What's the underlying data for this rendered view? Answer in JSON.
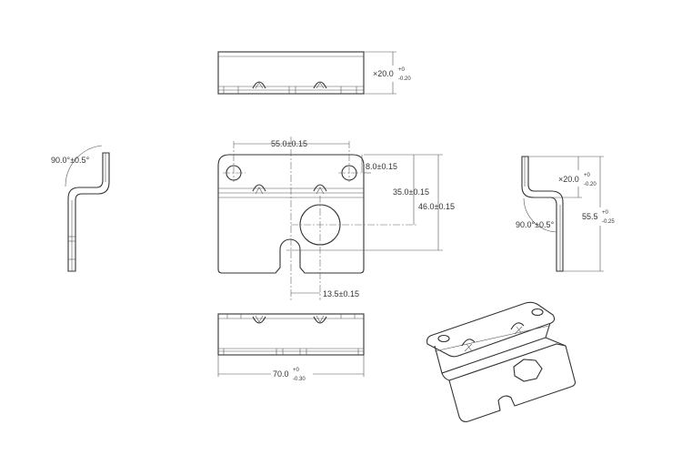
{
  "title": "Mounting bracket technical drawing",
  "dimensions": {
    "top_height": {
      "value": "20.0",
      "upper": "+0",
      "lower": "-0.20"
    },
    "hole_spacing": "55.0±0.15",
    "hole_offset": "8.0±0.15",
    "bore_height": "35.0±0.15",
    "slot_height": "46.0±0.15",
    "slot_offset": "13.5±0.15",
    "left_angle": "90.0°±0.5°",
    "right_angle": "90.0°±0.5°",
    "right_flange": {
      "value": "20.0",
      "upper": "+0",
      "lower": "-0.20"
    },
    "right_total": {
      "value": "55.5",
      "upper": "+0",
      "lower": "-0.25"
    },
    "width": {
      "value": "70.0",
      "upper": "+0",
      "lower": "-0.30"
    }
  },
  "colors": {
    "line": "#333333",
    "background": "#ffffff"
  }
}
